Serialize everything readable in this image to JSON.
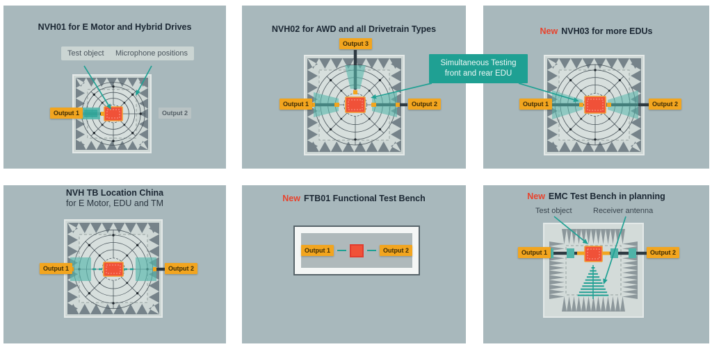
{
  "panels": [
    {
      "title": "NVH01 for E Motor and Hybrid Drives",
      "labels": [
        "Test object",
        "Microphone positions"
      ],
      "outputs": [
        "Output 1",
        "Output 2"
      ]
    },
    {
      "title": "NVH02 for AWD and all Drivetrain Types",
      "outputs": [
        "Output 1",
        "Output 2",
        "Output 3"
      ]
    },
    {
      "title_prefix": "New",
      "title": "NVH03 for more EDUs",
      "outputs": [
        "Output 1",
        "Output 2"
      ]
    },
    {
      "title": "NVH TB Location China",
      "subtitle": "for E Motor, EDU and TM",
      "outputs": [
        "Output 1",
        "Output 2"
      ]
    },
    {
      "title_prefix": "New",
      "title": "FTB01 Functional Test Bench",
      "outputs": [
        "Output 1",
        "Output 2"
      ]
    },
    {
      "title_prefix": "New",
      "title": "EMC Test Bench in planning",
      "labels": [
        "Test object",
        "Receiver antenna"
      ],
      "outputs": [
        "Output 1",
        "Output 2"
      ]
    }
  ],
  "callout": {
    "line1": "Simultaneous Testing",
    "line2": "front and rear EDU"
  },
  "colors": {
    "panel_bg": "#A8B8BC",
    "accent_new": "#E8432D",
    "teal": "#1FA093",
    "output_orange": "#F2A51F",
    "output_inactive": "#B9C3C4",
    "test_object_red": "#F05138",
    "wedge_gray": "#76838A",
    "title_text": "#1B2733"
  }
}
